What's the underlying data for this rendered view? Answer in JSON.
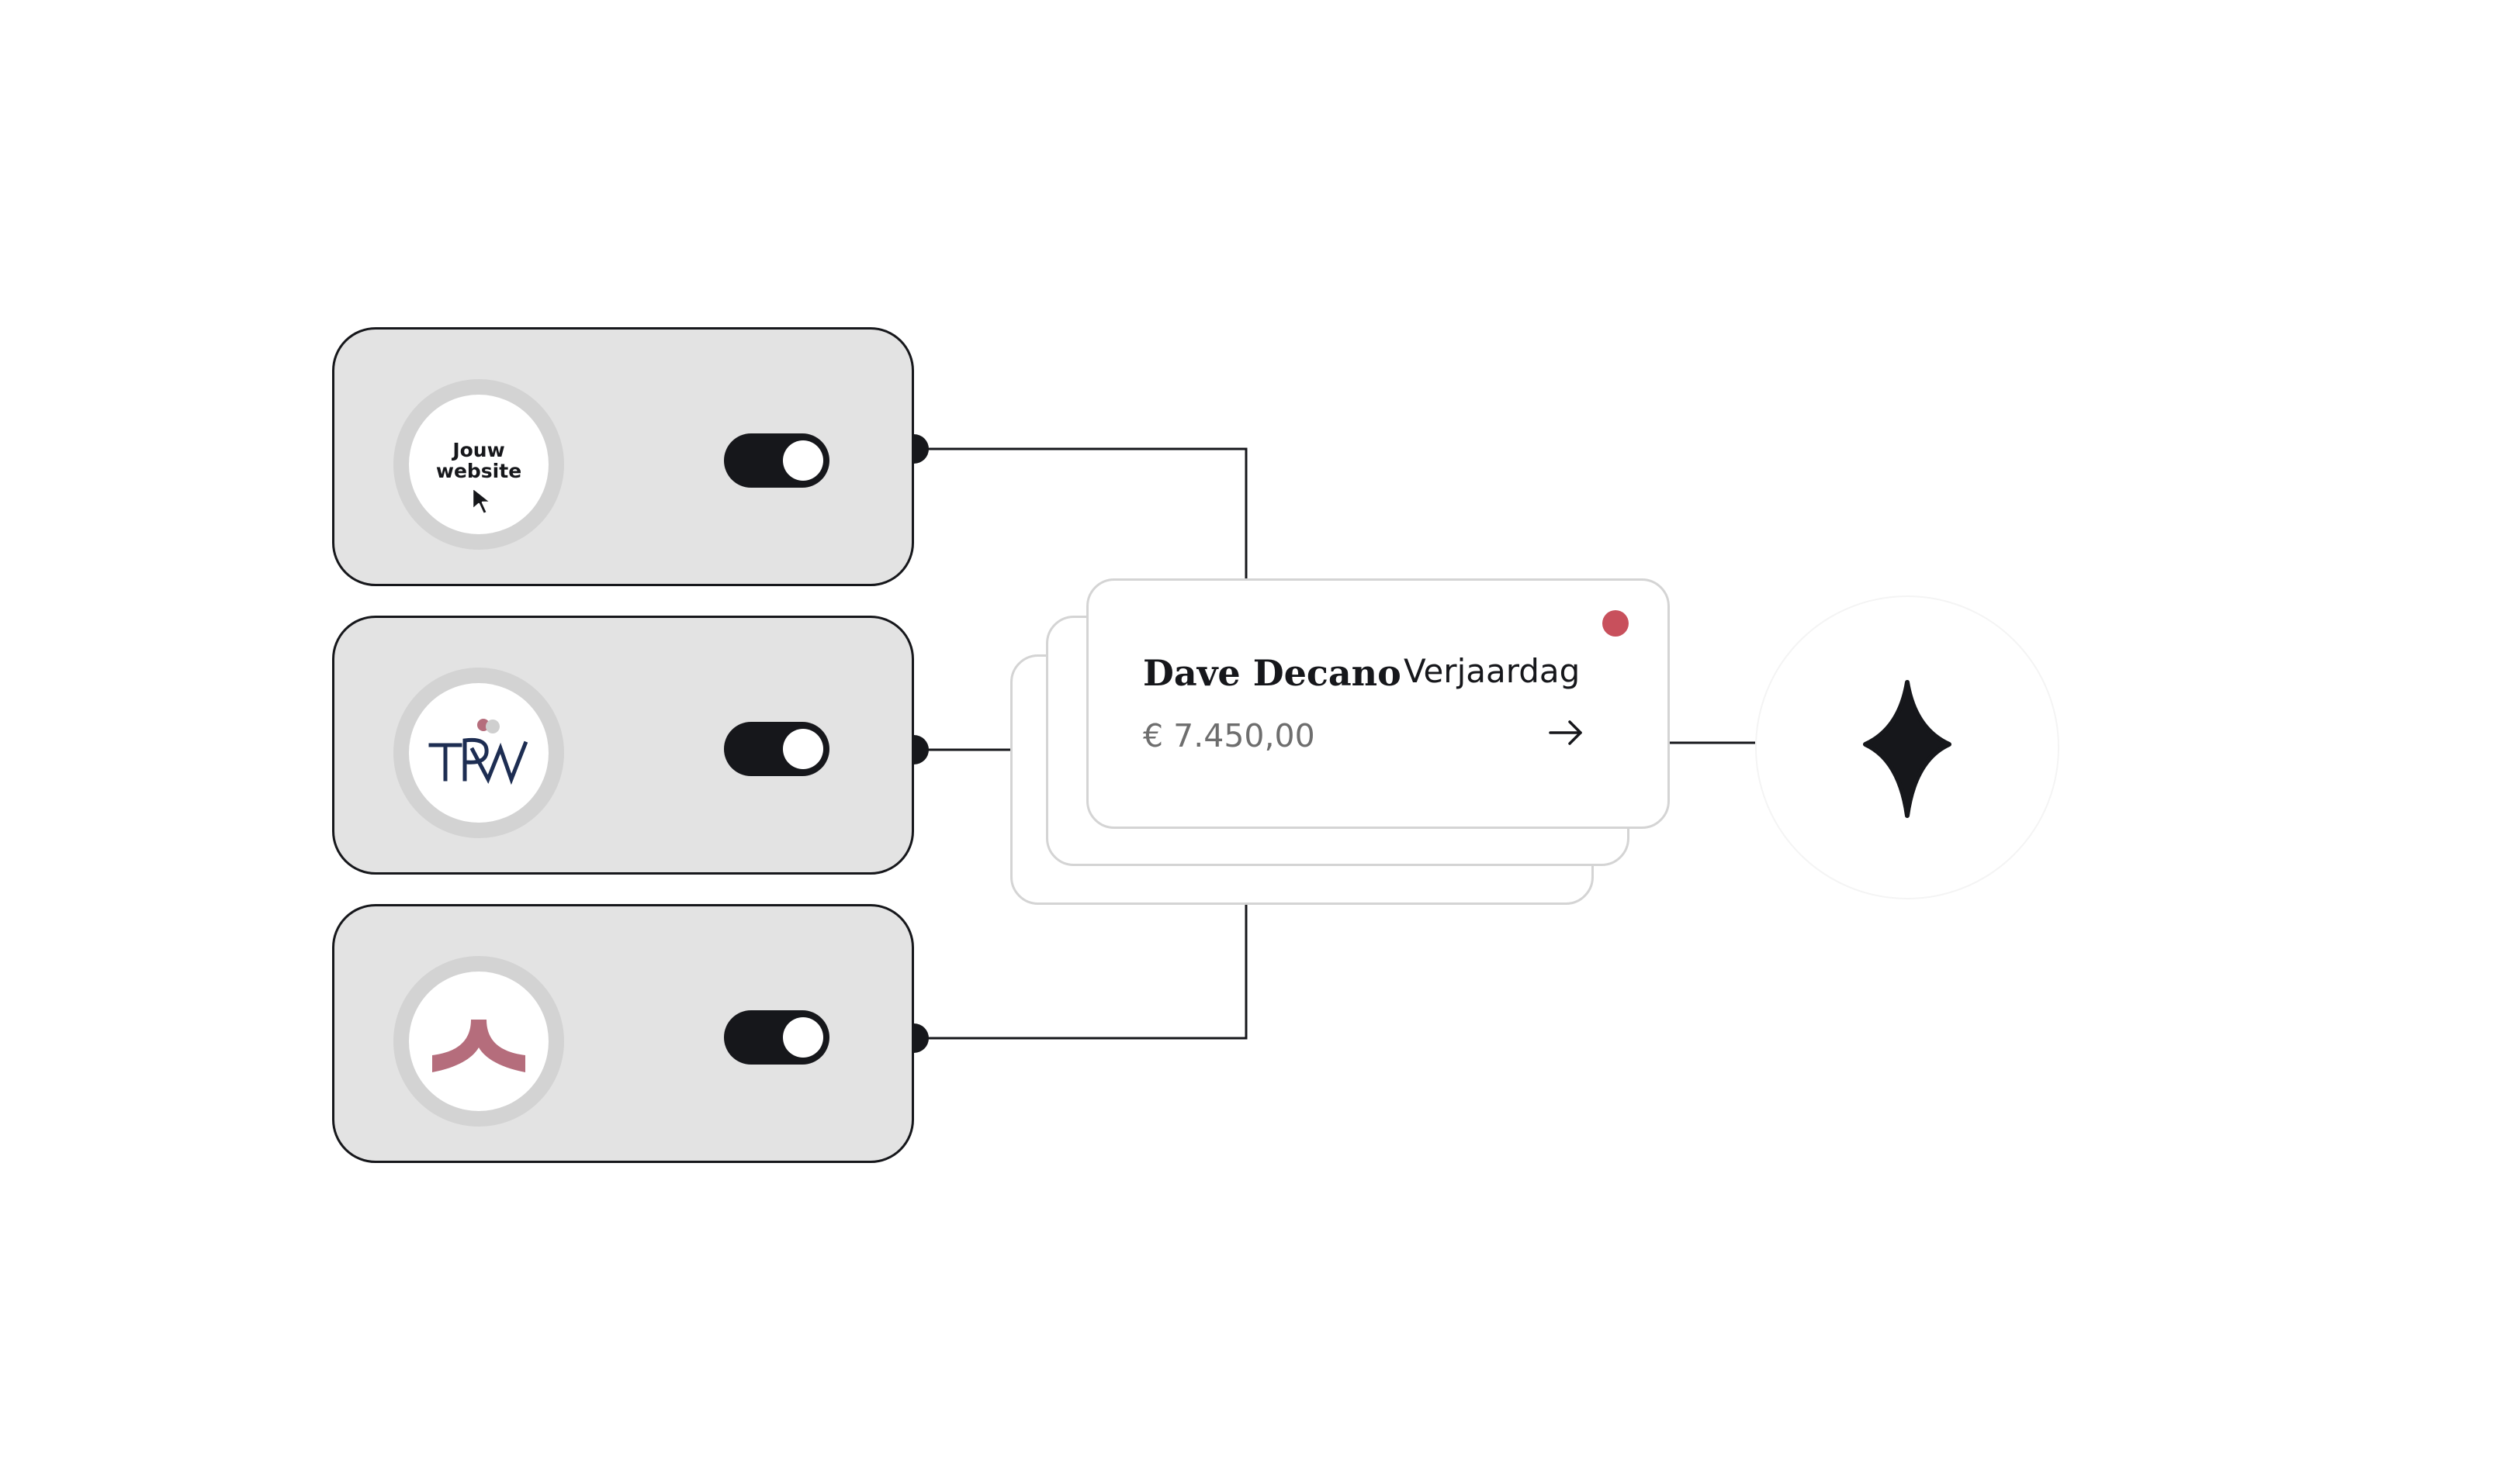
{
  "sources": [
    {
      "logo_line1": "Jouw",
      "logo_line2": "website",
      "logo_icon": "cursor-icon",
      "toggle_on": true
    },
    {
      "logo_icon": "tpw-logo",
      "toggle_on": true
    },
    {
      "logo_icon": "arc-logo",
      "toggle_on": true
    }
  ],
  "card": {
    "name": "Dave Decano",
    "event": "Verjaardag",
    "amount": "€ 7.450,00",
    "status_icon": "notification-dot",
    "action_icon": "arrow-right-icon"
  },
  "target": {
    "icon": "sparkle-icon"
  },
  "colors": {
    "ink": "#16171b",
    "card_fill": "#e3e3e3",
    "ring": "#d3d3d3",
    "accent_red": "#c8505c",
    "logo_navy": "#1d2d52",
    "logo_rose": "#b56d7c"
  }
}
